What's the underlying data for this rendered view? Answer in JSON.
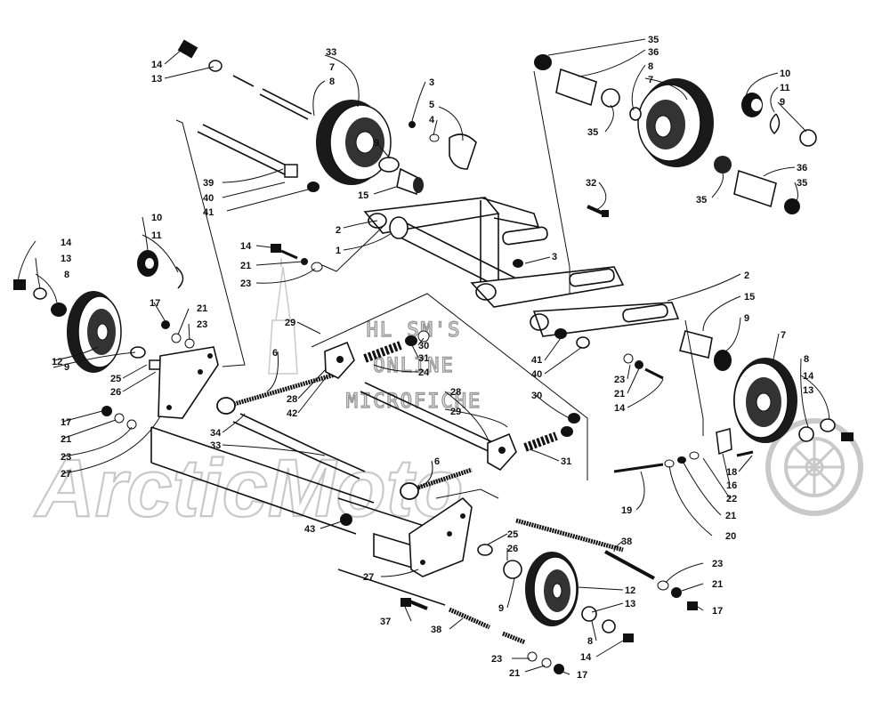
{
  "watermark": {
    "line1": "HL SM'S",
    "line2": "ONLINE",
    "line3": "MICROFICHE",
    "logo": "ArcticMoto"
  },
  "callouts": [
    {
      "id": "c1",
      "text": "14"
    },
    {
      "id": "c2",
      "text": "13"
    },
    {
      "id": "c3",
      "text": "33"
    },
    {
      "id": "c4",
      "text": "7"
    },
    {
      "id": "c5",
      "text": "8"
    },
    {
      "id": "c6",
      "text": "3"
    },
    {
      "id": "c7",
      "text": "5"
    },
    {
      "id": "c8",
      "text": "4"
    },
    {
      "id": "c9",
      "text": "9"
    },
    {
      "id": "c10",
      "text": "39"
    },
    {
      "id": "c11",
      "text": "40"
    },
    {
      "id": "c12",
      "text": "41"
    },
    {
      "id": "c13",
      "text": "15"
    },
    {
      "id": "c14",
      "text": "35"
    },
    {
      "id": "c15",
      "text": "36"
    },
    {
      "id": "c16",
      "text": "8"
    },
    {
      "id": "c17",
      "text": "7"
    },
    {
      "id": "c18",
      "text": "35"
    },
    {
      "id": "c19",
      "text": "10"
    },
    {
      "id": "c20",
      "text": "11"
    },
    {
      "id": "c21",
      "text": "9"
    },
    {
      "id": "c22",
      "text": "36"
    },
    {
      "id": "c23",
      "text": "35"
    },
    {
      "id": "c24",
      "text": "35"
    },
    {
      "id": "c25",
      "text": "32"
    },
    {
      "id": "c26",
      "text": "2"
    },
    {
      "id": "c27",
      "text": "1"
    },
    {
      "id": "c28",
      "text": "14"
    },
    {
      "id": "c29",
      "text": "21"
    },
    {
      "id": "c30",
      "text": "23"
    },
    {
      "id": "c31",
      "text": "3"
    },
    {
      "id": "c32",
      "text": "2"
    },
    {
      "id": "c33",
      "text": "15"
    },
    {
      "id": "c34",
      "text": "9"
    },
    {
      "id": "c35",
      "text": "7"
    },
    {
      "id": "c36",
      "text": "10"
    },
    {
      "id": "c37",
      "text": "11"
    },
    {
      "id": "c38",
      "text": "14"
    },
    {
      "id": "c39",
      "text": "13"
    },
    {
      "id": "c40",
      "text": "8"
    },
    {
      "id": "c41",
      "text": "17"
    },
    {
      "id": "c42",
      "text": "21"
    },
    {
      "id": "c43",
      "text": "23"
    },
    {
      "id": "c44",
      "text": "12"
    },
    {
      "id": "c45",
      "text": "9"
    },
    {
      "id": "c46",
      "text": "25"
    },
    {
      "id": "c47",
      "text": "26"
    },
    {
      "id": "c48",
      "text": "17"
    },
    {
      "id": "c49",
      "text": "21"
    },
    {
      "id": "c50",
      "text": "23"
    },
    {
      "id": "c51",
      "text": "27"
    },
    {
      "id": "c52",
      "text": "29"
    },
    {
      "id": "c53",
      "text": "30"
    },
    {
      "id": "c54",
      "text": "31"
    },
    {
      "id": "c55",
      "text": "24"
    },
    {
      "id": "c56",
      "text": "6"
    },
    {
      "id": "c57",
      "text": "28"
    },
    {
      "id": "c58",
      "text": "42"
    },
    {
      "id": "c59",
      "text": "41"
    },
    {
      "id": "c60",
      "text": "40"
    },
    {
      "id": "c61",
      "text": "30"
    },
    {
      "id": "c62",
      "text": "28"
    },
    {
      "id": "c63",
      "text": "29"
    },
    {
      "id": "c64",
      "text": "23"
    },
    {
      "id": "c65",
      "text": "21"
    },
    {
      "id": "c66",
      "text": "14"
    },
    {
      "id": "c67",
      "text": "8"
    },
    {
      "id": "c68",
      "text": "14"
    },
    {
      "id": "c69",
      "text": "13"
    },
    {
      "id": "c70",
      "text": "34"
    },
    {
      "id": "c71",
      "text": "33"
    },
    {
      "id": "c72",
      "text": "6"
    },
    {
      "id": "c73",
      "text": "31"
    },
    {
      "id": "c74",
      "text": "18"
    },
    {
      "id": "c75",
      "text": "16"
    },
    {
      "id": "c76",
      "text": "22"
    },
    {
      "id": "c77",
      "text": "19"
    },
    {
      "id": "c78",
      "text": "21"
    },
    {
      "id": "c79",
      "text": "20"
    },
    {
      "id": "c80",
      "text": "43"
    },
    {
      "id": "c81",
      "text": "25"
    },
    {
      "id": "c82",
      "text": "26"
    },
    {
      "id": "c83",
      "text": "38"
    },
    {
      "id": "c84",
      "text": "23"
    },
    {
      "id": "c85",
      "text": "21"
    },
    {
      "id": "c86",
      "text": "17"
    },
    {
      "id": "c87",
      "text": "27"
    },
    {
      "id": "c88",
      "text": "12"
    },
    {
      "id": "c89",
      "text": "13"
    },
    {
      "id": "c90",
      "text": "9"
    },
    {
      "id": "c91",
      "text": "37"
    },
    {
      "id": "c92",
      "text": "38"
    },
    {
      "id": "c93",
      "text": "8"
    },
    {
      "id": "c94",
      "text": "14"
    },
    {
      "id": "c95",
      "text": "23"
    },
    {
      "id": "c96",
      "text": "21"
    },
    {
      "id": "c97",
      "text": "17"
    }
  ]
}
